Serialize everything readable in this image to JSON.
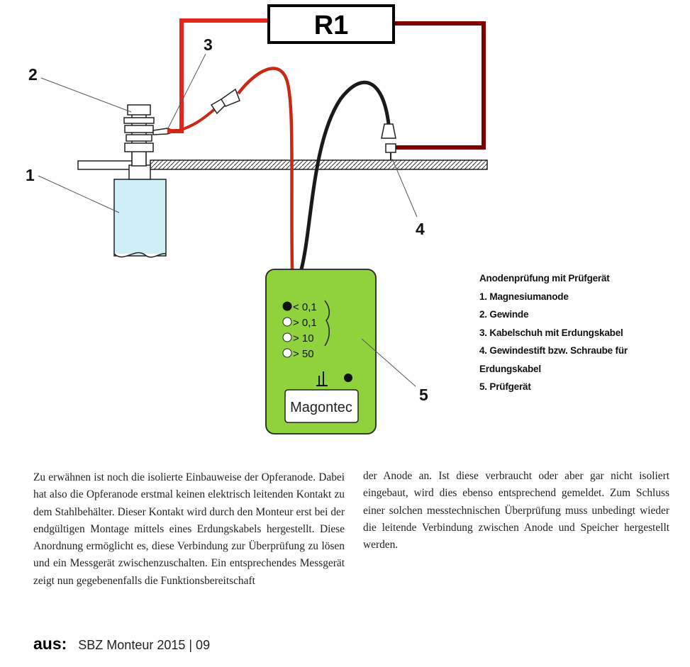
{
  "diagram": {
    "resistor_label": "R1",
    "callouts": [
      "1",
      "2",
      "3",
      "4",
      "5"
    ],
    "meter": {
      "led_labels": [
        "< 0,1",
        "> 0,1",
        "> 10",
        "> 50"
      ],
      "brand": "Magontec"
    },
    "colors": {
      "wire_red": "#e4251b",
      "wire_darkred": "#800000",
      "cable_black": "#1a1a1a",
      "meter_body": "#8fd23c",
      "anode": "#cdeff5"
    }
  },
  "caption": {
    "title": "Anodenprüfung mit Prüfgerät",
    "items": [
      "1. Magnesiumanode",
      "2. Gewinde",
      "3. Kabelschuh mit Erdungskabel",
      "4. Gewindestift bzw. Schraube für",
      "Erdungskabel",
      "5. Prüfgerät"
    ]
  },
  "body_text": {
    "left": "Zu erwähnen ist noch die isolierte Einbauweise der Opferanode. Dabei hat also die Opferanode erstmal keinen elektrisch leitenden Kontakt zu dem Stahlbehälter. Dieser Kontakt wird durch den Monteur erst bei der endgültigen Montage mittels eines Erdungskabels hergestellt. Diese Anordnung ermöglicht es, diese Verbindung zur Überprüfung zu lösen und ein Messgerät zwischenzuschalten. Ein entsprechendes Messgerät zeigt nun gegebenenfalls die Funktionsbereitschaft",
    "right": "der Anode an. Ist diese verbraucht oder aber gar nicht isoliert eingebaut, wird dies ebenso entsprechend gemeldet. Zum Schluss einer solchen messtechnischen Überprüfung muss unbedingt wieder die leitende Verbindung zwischen Anode und Speicher hergestellt werden."
  },
  "source": {
    "prefix": "aus:",
    "publication": "SBZ Monteur   2015 | 09"
  }
}
